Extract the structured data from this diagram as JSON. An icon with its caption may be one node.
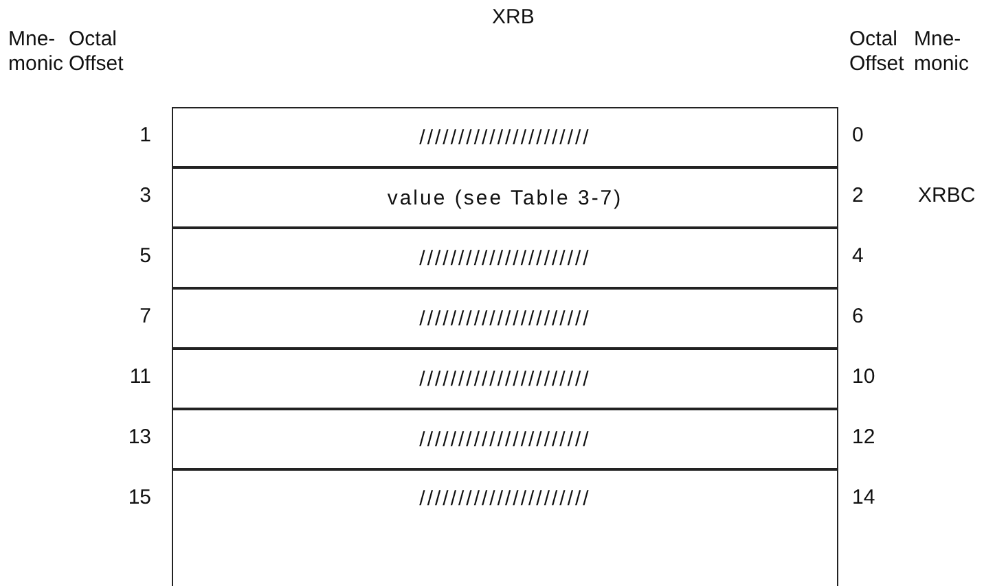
{
  "diagram": {
    "title": "XRB",
    "nodes": [
      {
        "text": [
          "//////////////////////"
        ],
        "beside": [
          "1",
          "0"
        ]
      },
      {
        "text": [
          "value (see Table 3-7)"
        ],
        "beside": [
          "3",
          "2",
          "XRBC"
        ]
      },
      {
        "text": [
          "//////////////////////"
        ],
        "beside": [
          "5",
          "4"
        ]
      },
      {
        "text": [
          "//////////////////////"
        ],
        "beside": [
          "7",
          "6"
        ]
      },
      {
        "text": [
          "//////////////////////"
        ],
        "beside": [
          "11",
          "10"
        ]
      },
      {
        "text": [
          "//////////////////////"
        ],
        "beside": [
          "13",
          "12"
        ]
      },
      {
        "text": [
          "//////////////////////"
        ],
        "beside": [
          "15",
          "14"
        ]
      }
    ],
    "labels": [
      "Mne- monic",
      "Octal Offset",
      "Octal Offset",
      "Mne- monic"
    ]
  }
}
